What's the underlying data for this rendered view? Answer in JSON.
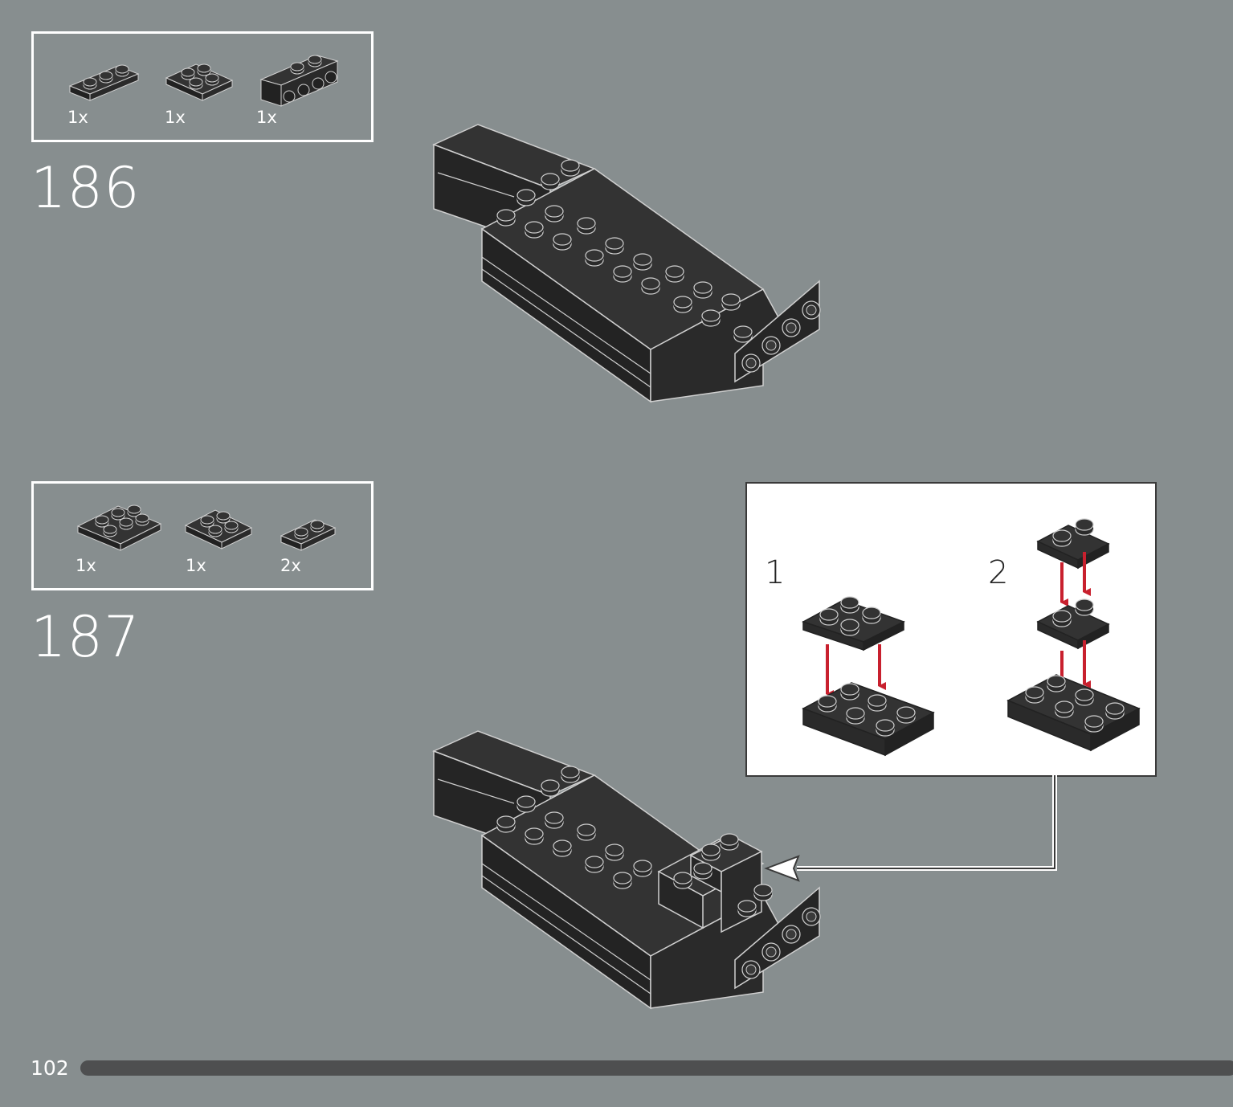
{
  "steps": [
    {
      "number": "186",
      "parts": [
        {
          "icon": "plate-1x3-icon",
          "qty": "1x"
        },
        {
          "icon": "plate-2x2-icon",
          "qty": "1x"
        },
        {
          "icon": "bracket-plate-icon",
          "qty": "1x"
        }
      ]
    },
    {
      "number": "187",
      "parts": [
        {
          "icon": "plate-2x3-icon",
          "qty": "1x"
        },
        {
          "icon": "plate-2x2-icon",
          "qty": "1x"
        },
        {
          "icon": "plate-1x2-icon",
          "qty": "2x"
        }
      ]
    }
  ],
  "callout": {
    "sub_steps": [
      "1",
      "2"
    ],
    "arrow_color": "#c8202e"
  },
  "page": {
    "number": "102",
    "background": "#878e8f",
    "progress_color": "#4e4f50"
  }
}
